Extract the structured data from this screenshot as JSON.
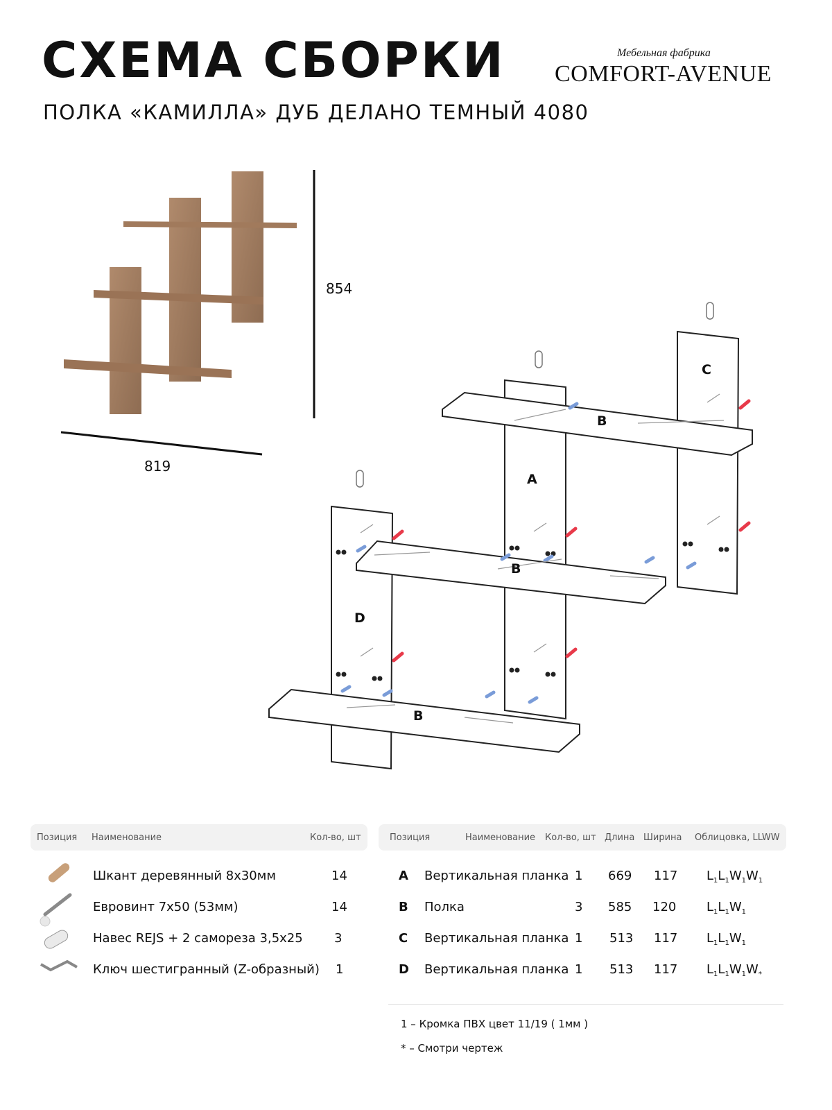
{
  "header": {
    "title": "СХЕМА СБОРКИ",
    "subtitle": "ПОЛКА «КАМИЛЛА» ДУБ ДЕЛАНО ТЕМНЫЙ 4080",
    "brand_tagline": "Мебельная фабрика",
    "brand_name": "COMFORT-AVENUE"
  },
  "dimensions": {
    "height": "854",
    "width": "819"
  },
  "diagram_labels": {
    "a": "A",
    "b1": "B",
    "b2": "B",
    "b3": "B",
    "c": "C",
    "d": "D"
  },
  "fittings_table": {
    "headers": {
      "position": "Позиция",
      "name": "Наименование",
      "qty": "Кол-во, шт"
    },
    "rows": [
      {
        "name": "Шкант деревянный 8х30мм",
        "qty": "14",
        "icon": "dowel-icon"
      },
      {
        "name": "Евровинт 7х50 (53мм)",
        "qty": "14",
        "icon": "screw-icon"
      },
      {
        "name": "Навес REJS + 2 самореза 3,5х25",
        "qty": "3",
        "icon": "hanger-icon"
      },
      {
        "name": "Ключ шестигранный (Z-образный)",
        "qty": "1",
        "icon": "hex-key-icon"
      }
    ]
  },
  "parts_table": {
    "headers": {
      "position": "Позиция",
      "name": "Наименование",
      "qty": "Кол-во, шт",
      "length": "Длина",
      "width": "Ширина",
      "edging": "Облицовка, LLWW"
    },
    "rows": [
      {
        "pos": "A",
        "name": "Вертикальная планка",
        "qty": "1",
        "length": "669",
        "width": "117",
        "edging": "L1L1W1W1"
      },
      {
        "pos": "B",
        "name": "Полка",
        "qty": "3",
        "length": "585",
        "width": "120",
        "edging": "L1L1W1"
      },
      {
        "pos": "C",
        "name": "Вертикальная планка",
        "qty": "1",
        "length": "513",
        "width": "117",
        "edging": "L1L1W1"
      },
      {
        "pos": "D",
        "name": "Вертикальная планка",
        "qty": "1",
        "length": "513",
        "width": "117",
        "edging": "L1L1W1W*"
      }
    ],
    "notes": [
      "1 – Кромка ПВХ цвет 11/19 ( 1мм )",
      "* – Смотри чертеж"
    ]
  },
  "colors": {
    "wood": "#a27e62",
    "wood_dark": "#8a6a50",
    "dowel_blue": "#7a9cd8",
    "screw_red": "#e83a4a",
    "line": "#222222"
  }
}
